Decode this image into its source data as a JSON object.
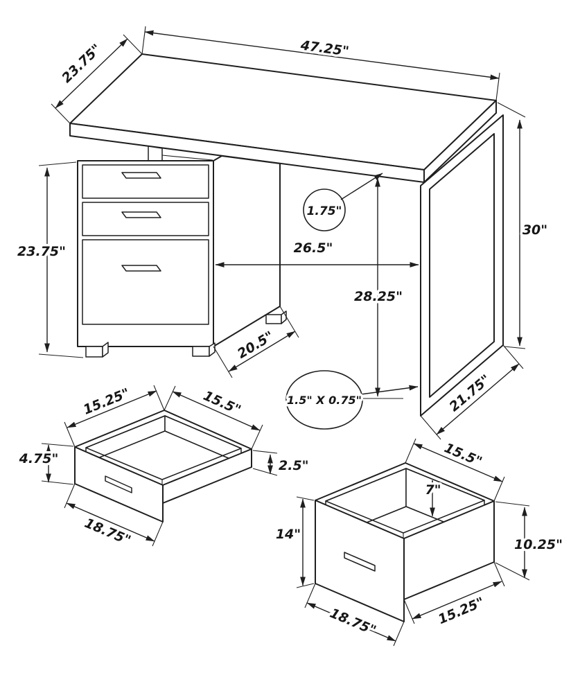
{
  "colors": {
    "background": "#ffffff",
    "line": "#1f1f1f",
    "label": "#161616"
  },
  "desk": {
    "top_depth": "23.75\"",
    "top_width": "47.25\"",
    "overall_height": "30\"",
    "cabinet_height": "23.75\"",
    "top_thickness": "1.75\"",
    "knee_width": "26.5\"",
    "knee_height": "28.25\"",
    "cabinet_depth": "20.5\"",
    "leg_tube": "1.5\" X 0.75\"",
    "leg_depth": "21.75\""
  },
  "small_drawer": {
    "top_width": "15.25\"",
    "top_depth": "15.5\"",
    "front_height": "4.75\"",
    "side_height": "2.5\"",
    "front_width": "18.75\""
  },
  "file_drawer": {
    "top_depth": "15.5\"",
    "inner_height": "7\"",
    "front_height": "14\"",
    "side_height": "10.25\"",
    "front_width": "18.75\"",
    "bottom_depth": "15.25\""
  }
}
